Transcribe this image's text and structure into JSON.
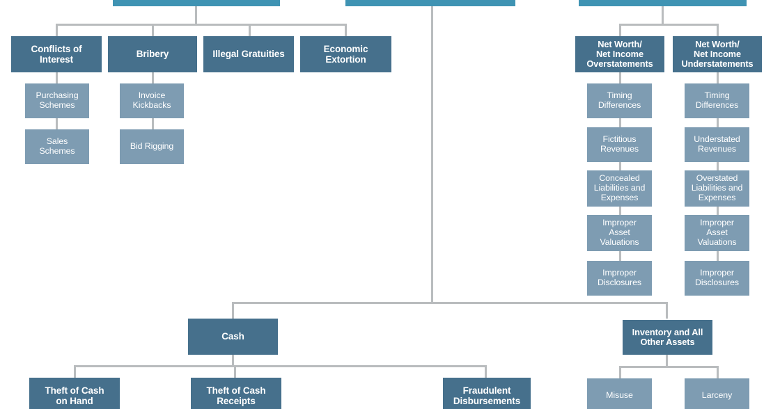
{
  "diagram": {
    "title": "Occupational Fraud and Abuse Classification System",
    "colors": {
      "top_bar": "#3f93b3",
      "category": "#46708c",
      "scheme": "#7e9cb2",
      "connector": "#b9bcbe",
      "background": "#ffffff",
      "text": "#ffffff"
    },
    "top_bars": [
      {
        "id": "top-bar-corruption",
        "label": ""
      },
      {
        "id": "top-bar-asset-misappropriation",
        "label": ""
      },
      {
        "id": "top-bar-financial-statement-fraud",
        "label": ""
      }
    ],
    "corruption_branch": {
      "categories": [
        {
          "label": "Conflicts of\nInterest"
        },
        {
          "label": "Bribery"
        },
        {
          "label": "Illegal Gratuities"
        },
        {
          "label": "Economic\nExtortion"
        }
      ],
      "conflicts_of_interest_schemes": [
        {
          "label": "Purchasing\nSchemes"
        },
        {
          "label": "Sales\nSchemes"
        }
      ],
      "bribery_schemes": [
        {
          "label": "Invoice\nKickbacks"
        },
        {
          "label": "Bid Rigging"
        }
      ]
    },
    "financial_statement_branch": {
      "categories": [
        {
          "label": "Net Worth/\nNet Income\nOverstatements"
        },
        {
          "label": "Net Worth/\nNet Income\nUnderstatements"
        }
      ],
      "overstatement_schemes": [
        {
          "label": "Timing\nDifferences"
        },
        {
          "label": "Fictitious\nRevenues"
        },
        {
          "label": "Concealed\nLiabilities and\nExpenses"
        },
        {
          "label": "Improper\nAsset\nValuations"
        },
        {
          "label": "Improper\nDisclosures"
        }
      ],
      "understatement_schemes": [
        {
          "label": "Timing\nDifferences"
        },
        {
          "label": "Understated\nRevenues"
        },
        {
          "label": "Overstated\nLiabilities and\nExpenses"
        },
        {
          "label": "Improper\nAsset\nValuations"
        },
        {
          "label": "Improper\nDisclosures"
        }
      ]
    },
    "asset_misappropriation_branch": {
      "categories": [
        {
          "label": "Cash"
        },
        {
          "label": "Inventory and All\nOther Assets"
        }
      ],
      "cash_children": [
        {
          "label": "Theft of Cash\non Hand"
        },
        {
          "label": "Theft of Cash\nReceipts"
        },
        {
          "label": "Fraudulent\nDisbursements"
        }
      ],
      "inventory_children": [
        {
          "label": "Misuse"
        },
        {
          "label": "Larceny"
        }
      ]
    }
  }
}
